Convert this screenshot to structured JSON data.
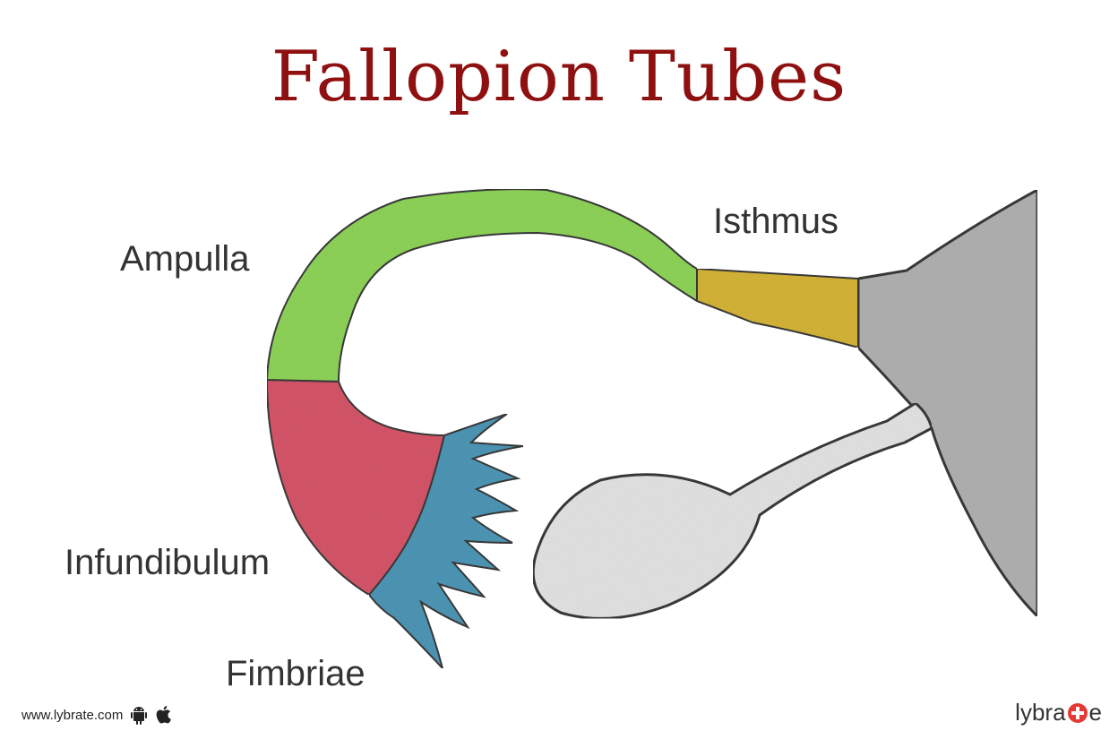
{
  "title": "Fallopion Tubes",
  "labels": {
    "ampulla": "Ampulla",
    "isthmus": "Isthmus",
    "infundibulum": "Infundibulum",
    "fimbriae": "Fimbriae"
  },
  "footer": {
    "url": "www.lybrate.com",
    "icons": [
      "android-icon",
      "apple-icon"
    ]
  },
  "brand": {
    "prefix": "lybra",
    "suffix": "e"
  },
  "colors": {
    "title": "#8e1010",
    "ampulla": "#90d65a",
    "isthmus": "#d7b638",
    "infundibulum": "#d8566a",
    "fimbriae": "#4f98b8",
    "uterus": "#b3b3b3",
    "ovary": "#e6e6e6",
    "brand_accent": "#e53935"
  }
}
